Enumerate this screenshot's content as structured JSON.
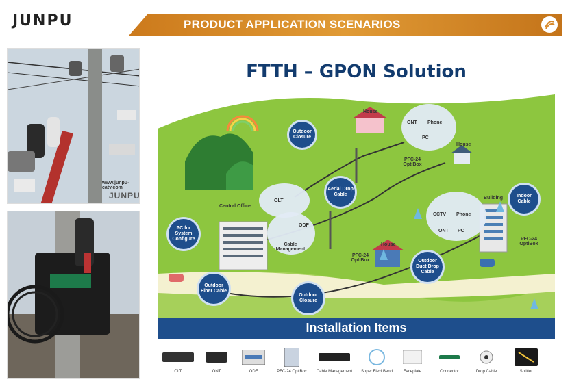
{
  "header": {
    "logo_text": "JUNPU",
    "banner_title": "PRODUCT APPLICATION SCENARIOS",
    "banner_color": "#cc7a1c",
    "banner_icon": "fiber-bundle-icon"
  },
  "photos": {
    "top_watermark_url": "www.junpu-catv.com",
    "top_watermark_logo": "JUNPU"
  },
  "diagram": {
    "title": "FTTH – GPON Solution",
    "bubbles": {
      "outdoor_closure_top": "Outdoor Closure",
      "aerial_drop_cable": "Aerial Drop Cable",
      "pc_system_configure": "PC for System Configure",
      "outdoor_fiber_cable": "Outdoor Fiber Cable",
      "outdoor_closure_bottom": "Outdoor Closure",
      "outdoor_duct_drop_cable": "Outdoor Duct Drop Cable",
      "indoor_cable": "Indoor Cable"
    },
    "labels": {
      "house_top": "House",
      "ont_top": "ONT",
      "phone_top": "Phone",
      "pc_top": "PC",
      "pfc24_top": "PFC-24 OptiBox",
      "house_right": "House",
      "olt": "OLT",
      "central_office": "Central Office",
      "odf": "ODF",
      "cable_management": "Cable Management",
      "house_middle": "House",
      "pfc24_middle": "PFC-24 OptiBox",
      "building": "Building",
      "cctv": "CCTV",
      "phone_right": "Phone",
      "ont_right": "ONT",
      "pc_right": "PC",
      "pfc24_right": "PFC-24 OptiBox"
    },
    "install_title": "Installation Items",
    "items": [
      "OLT",
      "ONT",
      "ODF",
      "PFC-24 OptiBox",
      "Cable Management",
      "Super Flexi Bend",
      "Faceplate",
      "Connector",
      "Drop Cable",
      "Splitter"
    ],
    "colors": {
      "bubble": "#1e4e8c",
      "grass": "#8dc63f",
      "road": "#f4f1d0",
      "sky": "#e8f4fb"
    }
  }
}
